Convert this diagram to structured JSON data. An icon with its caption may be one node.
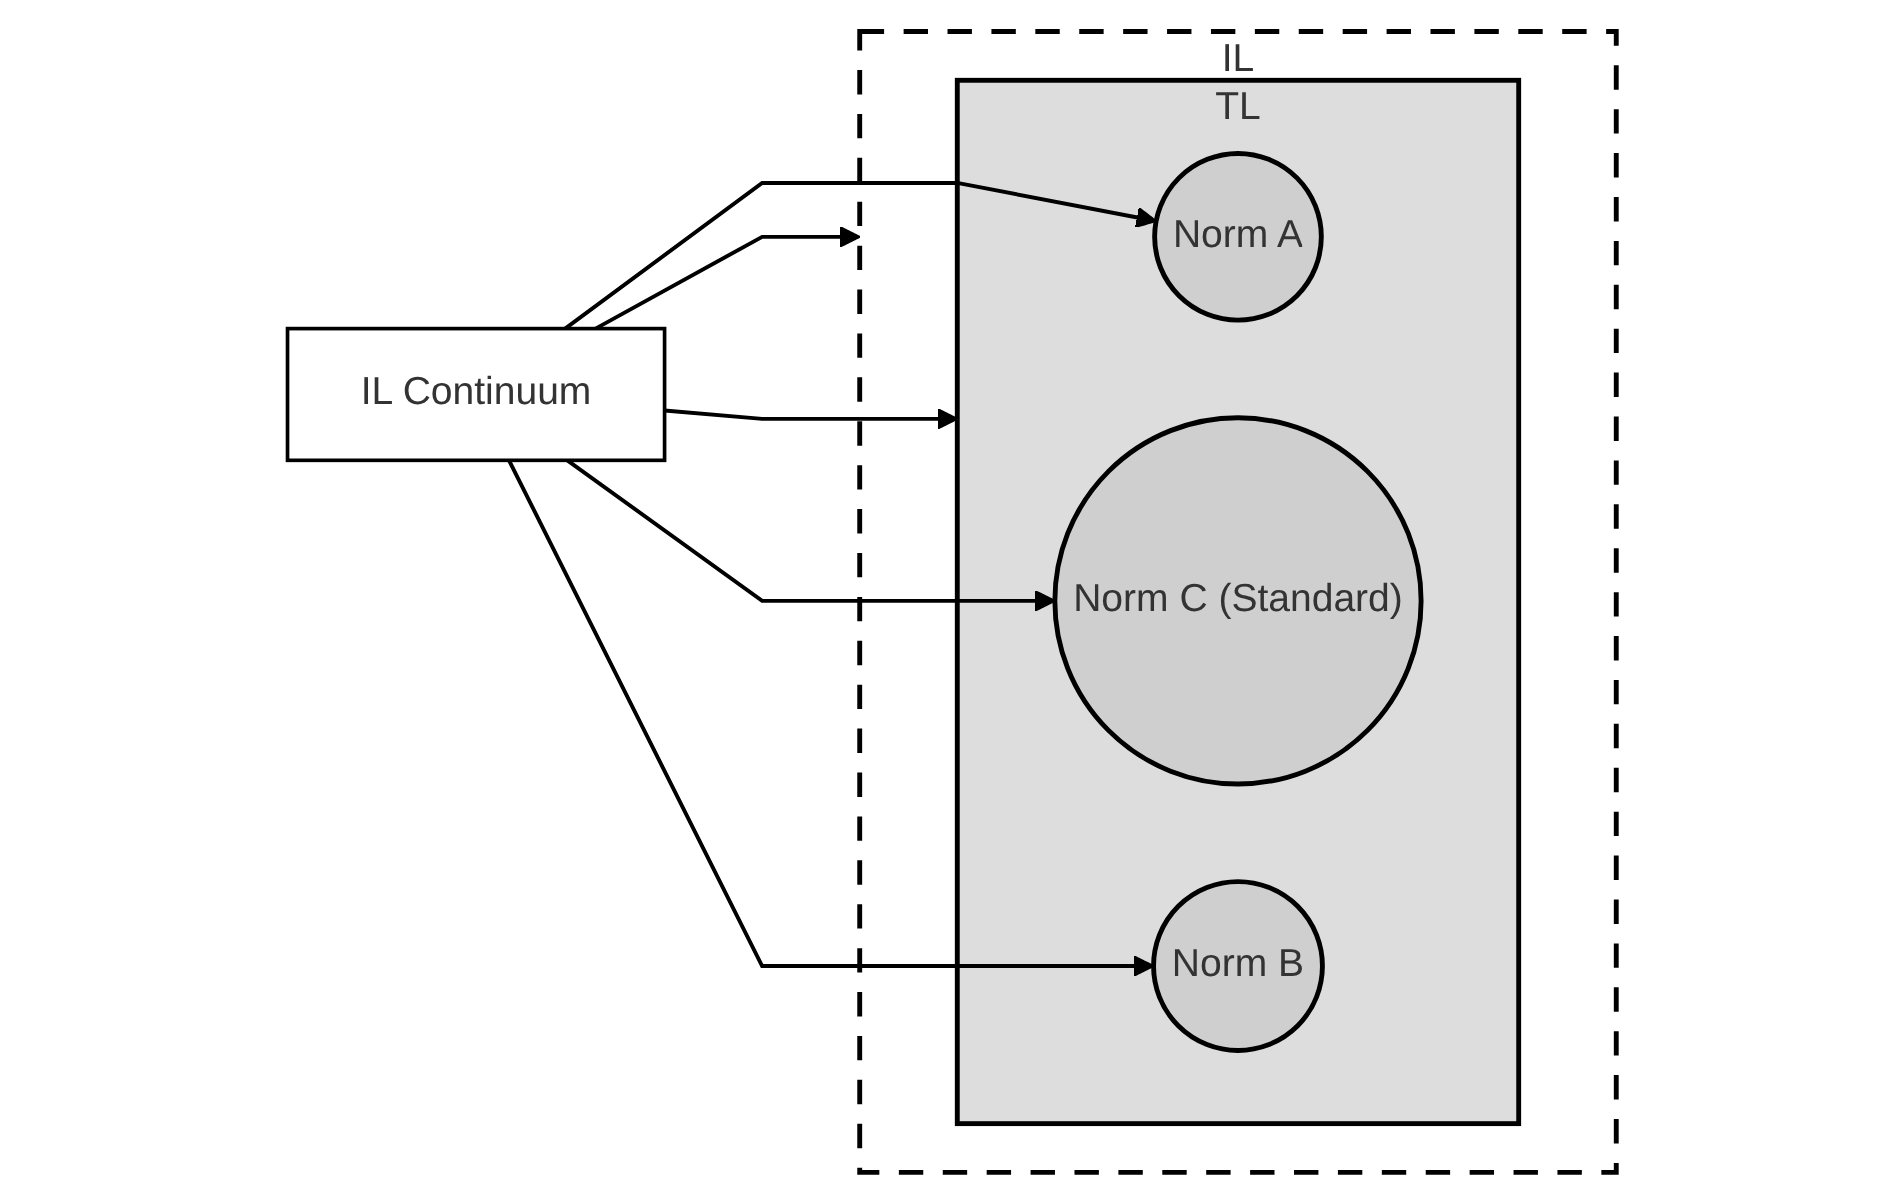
{
  "diagram": {
    "nodes": [
      {
        "text": [
          "IL Continuum"
        ]
      },
      {
        "text": [
          "IL"
        ]
      },
      {
        "text": [
          "TL"
        ],
        "in": 1
      },
      {
        "text": [
          "Norm A"
        ],
        "in": 2
      },
      {
        "text": [
          "Norm C (Standard)"
        ],
        "in": 2
      },
      {
        "text": [
          "Norm B"
        ],
        "in": 2
      }
    ],
    "edges": [
      {
        "from": 0,
        "to": 1,
        "arrow": "to"
      },
      {
        "from": 0,
        "to": 3,
        "arrow": "to"
      },
      {
        "from": 0,
        "to": 4,
        "arrow": "to"
      },
      {
        "from": 0,
        "to": 5,
        "arrow": "to"
      },
      {
        "from": 0,
        "to": 2,
        "arrow": "to"
      }
    ]
  }
}
